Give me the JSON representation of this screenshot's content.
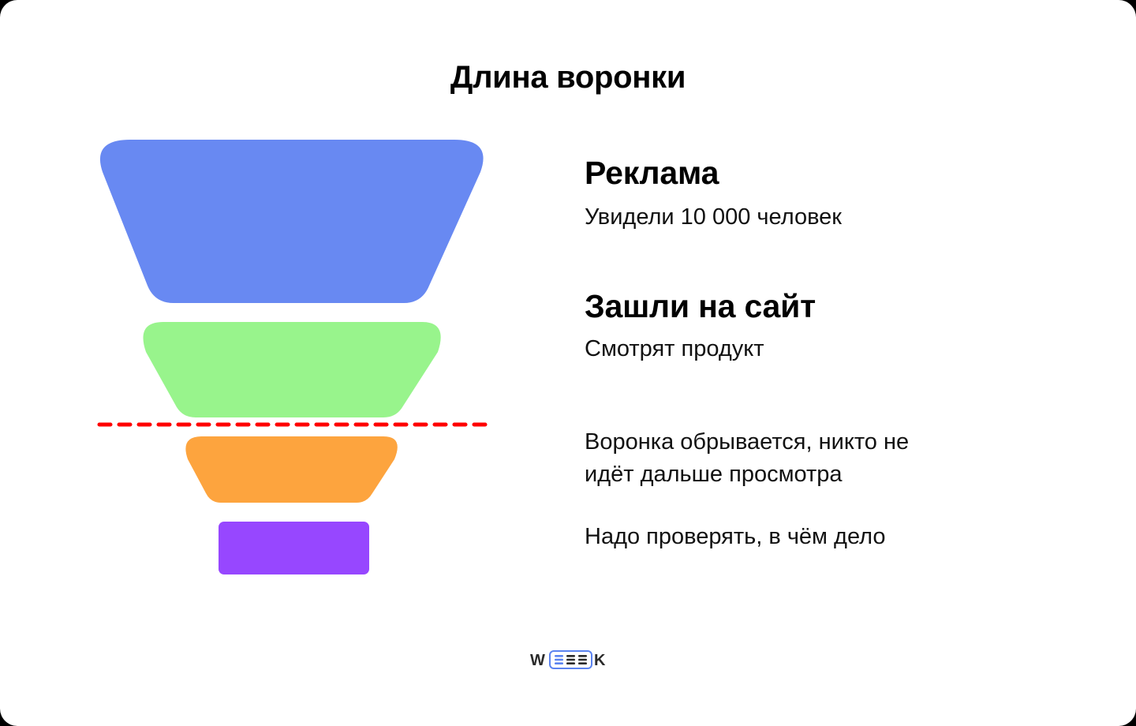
{
  "title": "Длина воронки",
  "colors": {
    "stage1": "#6889F2",
    "stage2": "#98F48C",
    "stage3": "#FDA43E",
    "stage4": "#9747FF",
    "cutoff_line": "#FF0000",
    "logo_accent": "#5B83F0",
    "logo_dark": "#2A2A2A"
  },
  "stages": [
    {
      "heading": "Реклама",
      "description": "Увидели 10 000 человек"
    },
    {
      "heading": "Зашли на сайт",
      "description": "Смотрят продукт"
    }
  ],
  "cutoff": {
    "description_line1": "Воронка обрывается, никто не",
    "description_line2": "идёт дальше просмотра",
    "note": "Надо проверять, в чём дело"
  },
  "logo": {
    "left": "W",
    "right": "K",
    "name": "WEEEK"
  }
}
